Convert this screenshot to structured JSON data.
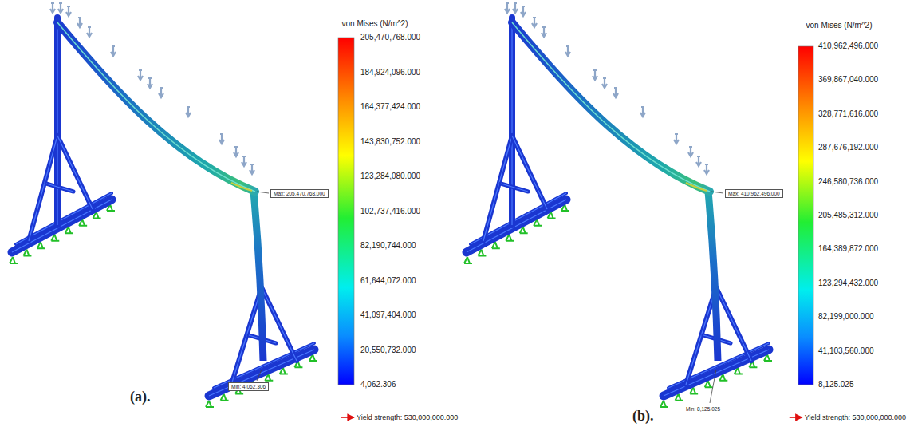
{
  "diagram": {
    "nodes": [
      {
        "text": [
          "Max: 205,470,768.000"
        ]
      },
      {
        "text": [
          "Min: 4,062.306"
        ]
      },
      {
        "text": [
          "Max: 410,962,496.000"
        ]
      },
      {
        "text": [
          "Min: 8,125.025"
        ]
      }
    ],
    "labels": [
      "von Mises (N/m^2)",
      "205,470,768.000",
      "184,924,096.000",
      "164,377,424.000",
      "143,830,752.000",
      "123,284,080.000",
      "102,737,416.000",
      "82,190,744.000",
      "61,644,072.000",
      "41,097,404.000",
      "20,550,732.000",
      "4,062.306",
      "Yield strength: 530,000,000.000",
      "(a).",
      "von Mises (N/m^2)",
      "410,962,496.000",
      "369,867,040.000",
      "328,771,616.000",
      "287,676,192.000",
      "246,580,736.000",
      "205,485,312.000",
      "164,389,872.000",
      "123,294,432.000",
      "82,199,000.000",
      "41,103,560.000",
      "8,125.025",
      "Yield strength: 530,000,000.000",
      "(b)."
    ]
  }
}
